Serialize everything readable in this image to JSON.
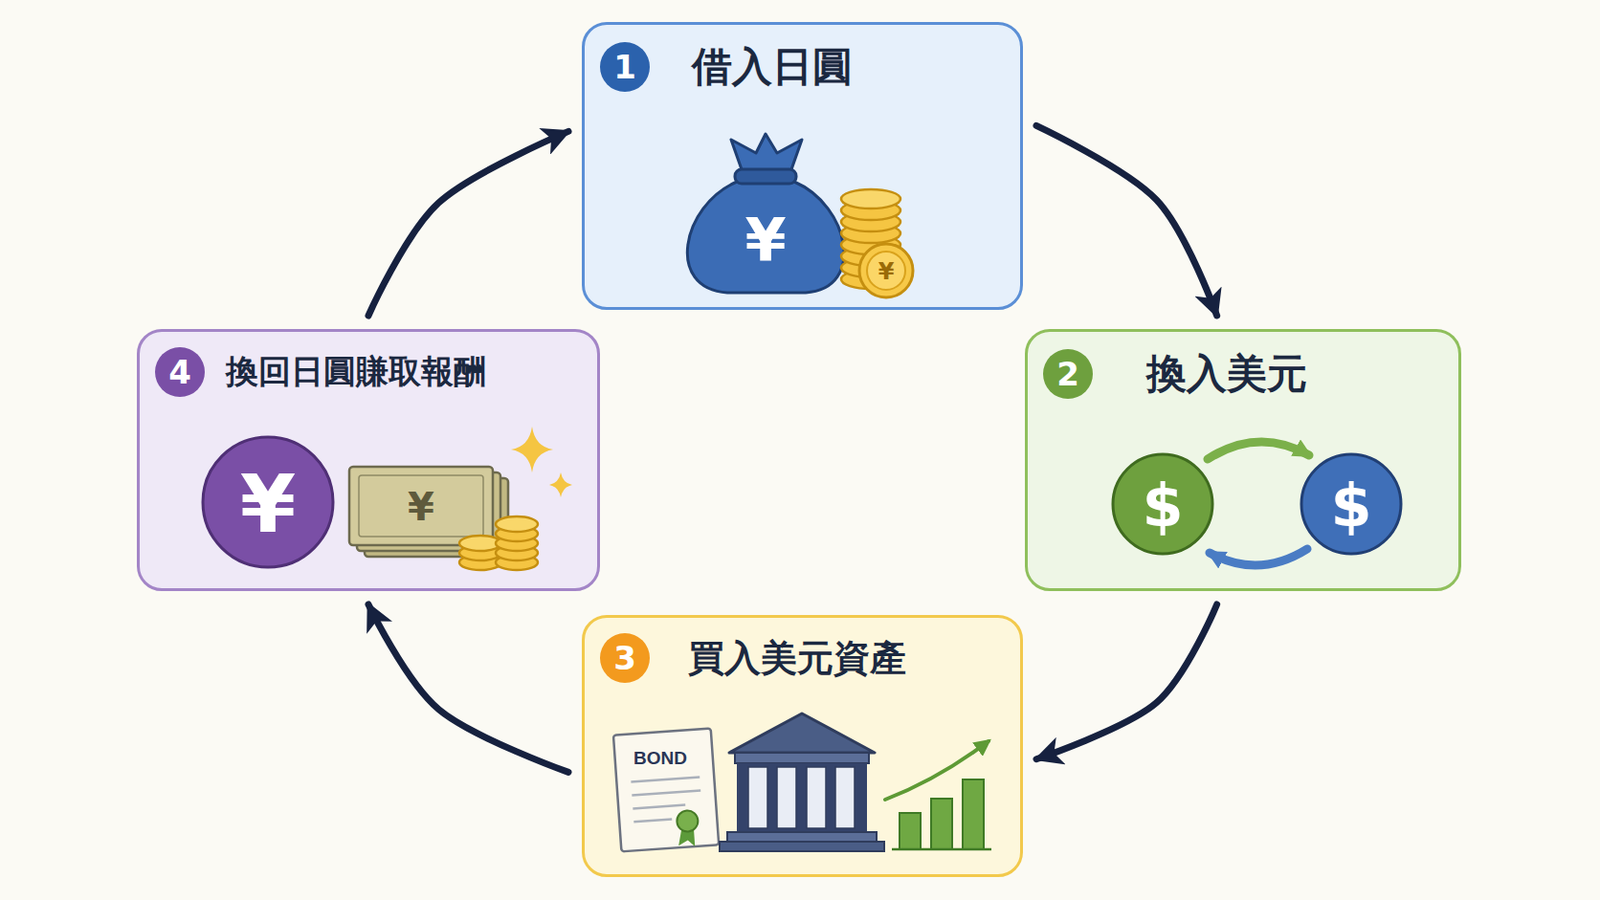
{
  "diagram": {
    "nodes": [
      {
        "text": [
          "1",
          "借入日圓"
        ]
      },
      {
        "text": [
          "2",
          "換入美元"
        ]
      },
      {
        "text": [
          "3",
          "買入美元資產"
        ]
      },
      {
        "text": [
          "4",
          "換回日圓賺取報酬"
        ]
      }
    ],
    "edges": [
      {
        "from": 0,
        "to": 1,
        "arrow": "to"
      },
      {
        "from": 1,
        "to": 2,
        "arrow": "to"
      },
      {
        "from": 2,
        "to": 3,
        "arrow": "to"
      },
      {
        "from": 3,
        "to": 0,
        "arrow": "to"
      }
    ],
    "labels": [
      "¥",
      "¥",
      "$",
      "$",
      "BOND",
      "¥",
      "¥"
    ]
  }
}
